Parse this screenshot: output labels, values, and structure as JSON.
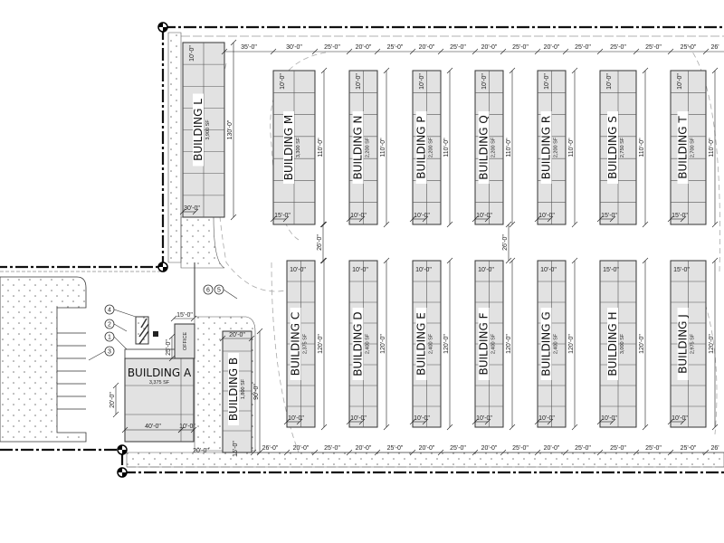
{
  "top_row": [
    {
      "name": "BUILDING L",
      "sf": "3,900 SF",
      "length": "130'-0\"",
      "top_dim": "10'-0\"",
      "bottom_dim": "30'-0\""
    },
    {
      "name": "BUILDING M",
      "sf": "3,300 SF",
      "length": "110'-0\"",
      "top_dim": "10'-0\"",
      "bottom_dim": "15'-0\""
    },
    {
      "name": "BUILDING N",
      "sf": "2,200 SF",
      "length": "110'-0\"",
      "top_dim": "10'-0\"",
      "bottom_dim": "10'-0\""
    },
    {
      "name": "BUILDING P",
      "sf": "2,200 SF",
      "length": "110'-0\"",
      "top_dim": "10'-0\"",
      "bottom_dim": "10'-0\""
    },
    {
      "name": "BUILDING Q",
      "sf": "2,200 SF",
      "length": "110'-0\"",
      "top_dim": "10'-0\"",
      "bottom_dim": "10'-0\""
    },
    {
      "name": "BUILDING R",
      "sf": "2,200 SF",
      "length": "110'-0\"",
      "top_dim": "10'-0\"",
      "bottom_dim": "10'-0\""
    },
    {
      "name": "BUILDING S",
      "sf": "2,750 SF",
      "length": "110'-0\"",
      "top_dim": "10'-0\"",
      "bottom_dim": "15'-0\""
    },
    {
      "name": "BUILDING T",
      "sf": "2,700 SF",
      "length": "110'-0\"",
      "top_dim": "10'-0\"",
      "bottom_dim": "15'-0\""
    }
  ],
  "bottom_row": [
    {
      "name": "BUILDING C",
      "sf": "2,375 SF",
      "length": "120'-0\"",
      "top_dim": "10'-0\"",
      "bottom_dim": "10'-0\""
    },
    {
      "name": "BUILDING D",
      "sf": "2,400 SF",
      "length": "120'-0\"",
      "top_dim": "10'-0\"",
      "bottom_dim": "10'-0\""
    },
    {
      "name": "BUILDING E",
      "sf": "2,400 SF",
      "length": "120'-0\"",
      "top_dim": "10'-0\"",
      "bottom_dim": "10'-0\""
    },
    {
      "name": "BUILDING F",
      "sf": "2,400 SF",
      "length": "120'-0\"",
      "top_dim": "10'-0\"",
      "bottom_dim": "10'-0\""
    },
    {
      "name": "BUILDING G",
      "sf": "2,400 SF",
      "length": "120'-0\"",
      "top_dim": "10'-0\"",
      "bottom_dim": "10'-0\""
    },
    {
      "name": "BUILDING H",
      "sf": "3,000 SF",
      "length": "120'-0\"",
      "top_dim": "15'-0\"",
      "bottom_dim": "10'-0\""
    },
    {
      "name": "BUILDING J",
      "sf": "2,975 SF",
      "length": "120'-0\"",
      "top_dim": "15'-0\"",
      "bottom_dim": "10'-0\""
    }
  ],
  "top_dims": [
    "35'-0\"",
    "30'-0\"",
    "25'-0\"",
    "20'-0\"",
    "25'-0\"",
    "20'-0\"",
    "25'-0\"",
    "20'-0\"",
    "25'-0\"",
    "20'-0\"",
    "25'-0\"",
    "25'-0\"",
    "25'-0\"",
    "25'-0\"",
    "26'"
  ],
  "bottom_dims": [
    "26'-0\"",
    "20'-0\"",
    "25'-0\"",
    "20'-0\"",
    "25'-0\"",
    "20'-0\"",
    "25'-0\"",
    "20'-0\"",
    "25'-0\"",
    "20'-0\"",
    "25'-0\"",
    "25'-0\"",
    "25'-0\"",
    "25'-0\"",
    "26'"
  ],
  "aisle_dims": [
    "26'-0\"",
    "26'-0\""
  ],
  "building_a": {
    "name": "BUILDING A",
    "sf": "3,375 SF",
    "office": "OFFICE",
    "dim_depth": "20'-0\"",
    "dim_width": "40'-0\"",
    "dim_side": "10'-0\"",
    "dim_office_h": "25'-0\"",
    "dim_office_w": "15'-0\"",
    "dim_gap": "20'-0\""
  },
  "building_b": {
    "name": "BUILDING B",
    "sf": "1,800 SF",
    "dim_width": "20'-0\"",
    "dim_length": "90'-0\"",
    "dim_bottom": "15'-0\""
  },
  "callouts": [
    "1",
    "2",
    "3",
    "4",
    "5",
    "6"
  ]
}
